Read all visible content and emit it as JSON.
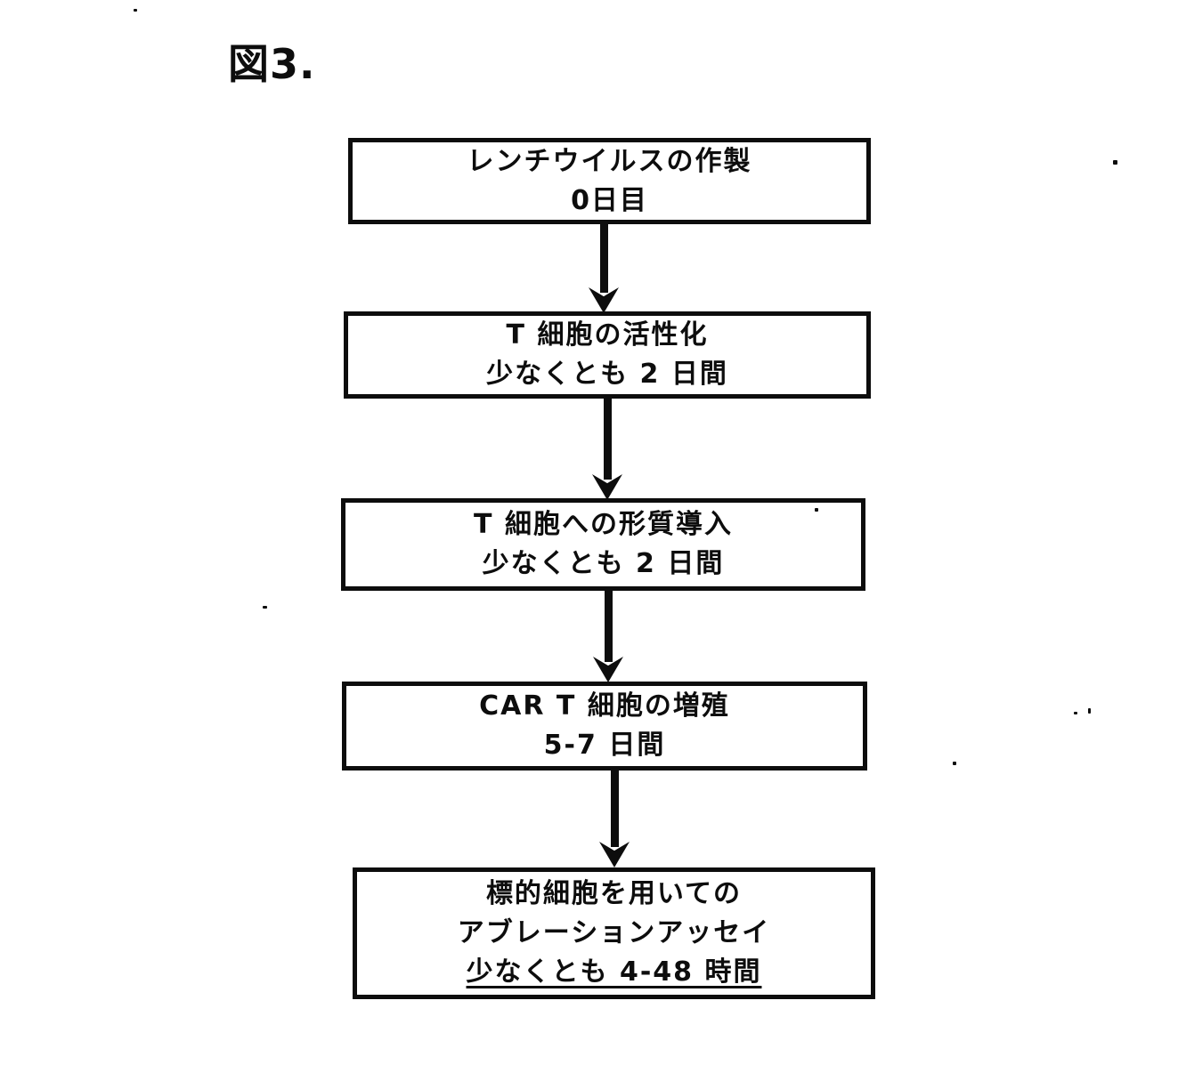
{
  "figure": {
    "title": "図3."
  },
  "flow": {
    "steps": [
      {
        "id": "lentivirus-production",
        "lines": [
          "レンチウイルスの作製",
          "0日目"
        ]
      },
      {
        "id": "t-cell-activation",
        "lines": [
          "T 細胞の活性化",
          "少なくとも 2 日間"
        ]
      },
      {
        "id": "t-cell-transduction",
        "lines": [
          "T 細胞への形質導入",
          "少なくとも 2 日間"
        ]
      },
      {
        "id": "car-t-cell-expansion",
        "lines": [
          "CAR T 細胞の増殖",
          "5-7 日間"
        ]
      },
      {
        "id": "ablation-assay-with-target-cells",
        "lines": [
          "標的細胞を用いての",
          "アブレーションアッセイ",
          "少なくとも 4-48 時間"
        ],
        "underline_last": true
      }
    ],
    "connector": "down-arrow"
  },
  "colors": {
    "ink": "#0d0d0d",
    "paper": "#ffffff"
  }
}
